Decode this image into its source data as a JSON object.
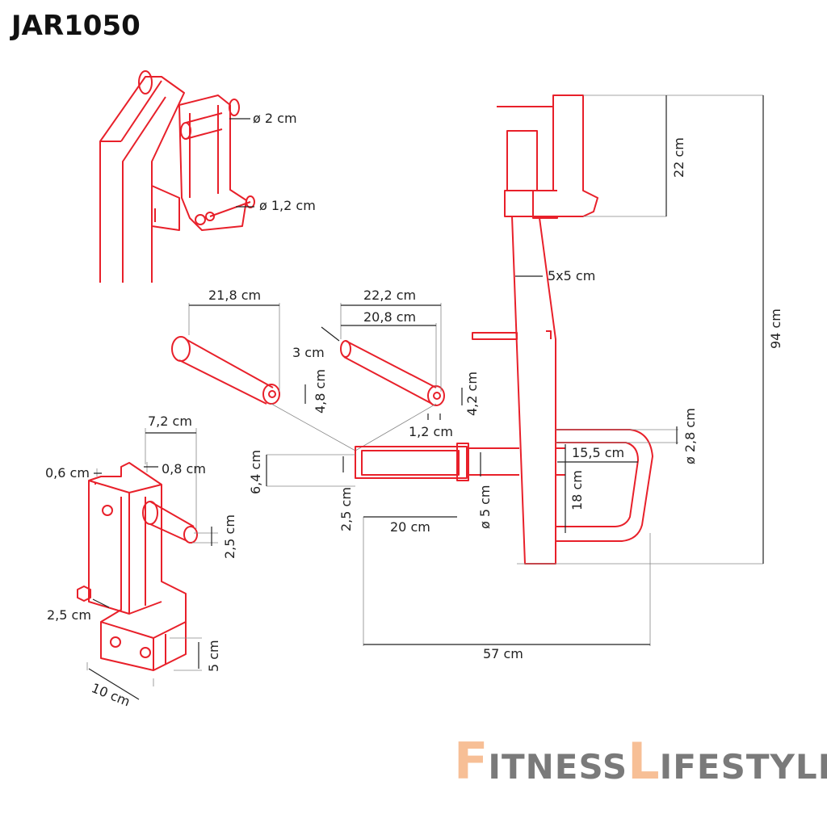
{
  "title": "JAR1050",
  "dimensions": {
    "pin_large_dia": "ø 2 cm",
    "pin_small_dia": "ø 1,2 cm",
    "handle_left_length": "21,8 cm",
    "handle_left_dia": "4,8 cm",
    "handle_right_total": "22,2 cm",
    "handle_right_length": "20,8 cm",
    "handle_right_end": "3 cm",
    "handle_right_dia": "4,2 cm",
    "handle_right_hole": "1,2 cm",
    "tube_section": "5x5 cm",
    "top_height": "22 cm",
    "total_height": "94 cm",
    "u_handle_dia": "ø 2,8 cm",
    "u_handle_width": "15,5 cm",
    "u_handle_height": "18 cm",
    "sleeve_outer": "6,4 cm",
    "sleeve_inner": "2,5 cm",
    "sleeve_length": "20 cm",
    "sleeve_dia": "ø 5 cm",
    "total_length": "57 cm",
    "bracket_width": "7,2 cm",
    "plate_thick_a": "0,6 cm",
    "plate_thick_b": "0,8 cm",
    "bracket_pin_dia": "2,5 cm",
    "bolt_offset": "2,5 cm",
    "block_height": "5 cm",
    "block_length": "10 cm"
  },
  "logo": {
    "first_initial": "F",
    "first_rest": "ITNESS",
    "second_initial": "L",
    "second_rest": "IFESTYLE"
  },
  "colors": {
    "drawing": "#e8202a",
    "logo_accent": "#f7bf96",
    "logo_text": "#7a7a7a"
  }
}
